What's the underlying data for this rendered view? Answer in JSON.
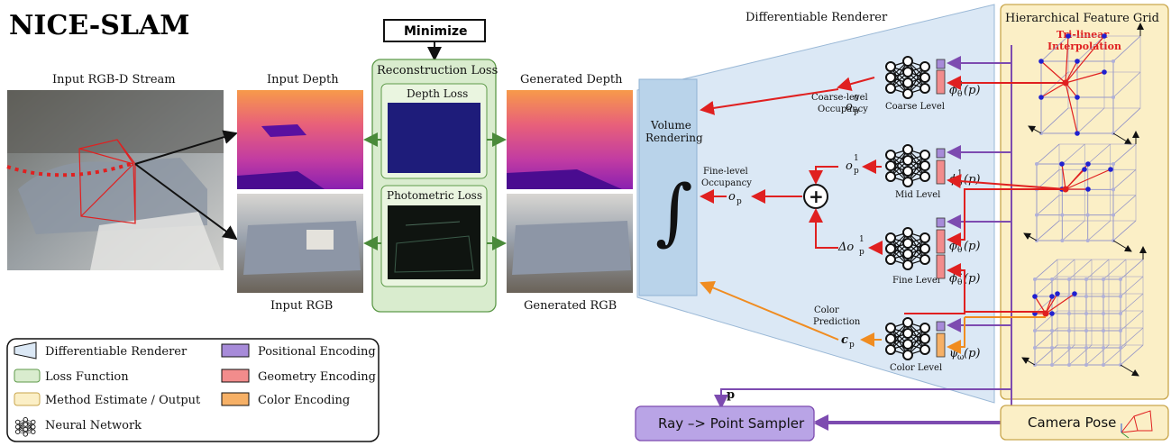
{
  "title": "NICE-SLAM",
  "left": {
    "stream_label": "Input RGB-D Stream",
    "input_depth_label": "Input Depth",
    "input_rgb_label": "Input RGB"
  },
  "loss": {
    "minimize_label": "Minimize",
    "title": "Reconstruction Loss",
    "depth_loss_label": "Depth Loss",
    "photometric_loss_label": "Photometric Loss"
  },
  "generated": {
    "depth_label": "Generated Depth",
    "rgb_label": "Generated RGB"
  },
  "renderer": {
    "title": "Differentiable Renderer",
    "volume_line1": "Volume",
    "volume_line2": "Rendering",
    "integral_symbol": "∫",
    "fine_occ_line1": "Fine-level",
    "fine_occ_line2": "Occupancy",
    "fine_occ_symbol": "o",
    "fine_occ_sub": "p",
    "plus_symbol": "+",
    "coarse_occ_line1": "Coarse-level",
    "coarse_occ_line2": "Occupancy",
    "color_pred_line1": "Color",
    "color_pred_line2": "Prediction",
    "color_symbol": "c",
    "color_sub": "p",
    "o_symbol": "o",
    "o_sub": "p",
    "o_sup_coarse": "0",
    "o_sup_mid": "1",
    "delta_symbol": "Δo",
    "delta_sub": "p",
    "delta_sup": "1"
  },
  "levels": {
    "coarse": "Coarse Level",
    "mid": "Mid Level",
    "fine": "Fine Level",
    "color": "Color Level"
  },
  "encodings": {
    "coarse_phi": "ϕ",
    "coarse_phi_sup": "0",
    "coarse_phi_sub": "θ",
    "coarse_phi_arg": "(p)",
    "mid_phi": "ϕ",
    "mid_phi_sup": "1",
    "mid_phi_sub": "θ",
    "mid_phi_arg": "(p)",
    "fine_phi1": "ϕ",
    "fine_phi1_sup": "1",
    "fine_phi1_sub": "θ",
    "fine_phi1_arg": "(p)",
    "fine_phi2": "ϕ",
    "fine_phi2_sup": "2",
    "fine_phi2_sub": "θ",
    "fine_phi2_arg": "(p)",
    "color_psi": "ψ",
    "color_psi_sub": "ω",
    "color_psi_arg": "(p)"
  },
  "grid": {
    "title": "Hierarchical Feature Grid",
    "interp_line1": "Tri-linear",
    "interp_line2": "Interpolation"
  },
  "bottom": {
    "p_label": "p",
    "sampler_label": "Ray –> Point Sampler",
    "camera_pose_label": "Camera Pose"
  },
  "legend": {
    "items": [
      {
        "label": "Differentiable Renderer",
        "color": "#dbe8f5"
      },
      {
        "label": "Positional Encoding",
        "color": "#a78bd9"
      },
      {
        "label": "Loss Function",
        "color": "#d9ecce"
      },
      {
        "label": "Geometry Encoding",
        "color": "#f28c8c"
      },
      {
        "label": "Method Estimate / Output",
        "color": "#fbefc6"
      },
      {
        "label": "Color Encoding",
        "color": "#f6b066"
      },
      {
        "label": "Neural Network",
        "icon": "neural-network-icon"
      }
    ]
  },
  "colors": {
    "red_arrow": "#e02020",
    "green_arrow": "#4a8a3a",
    "orange_arrow": "#f08c20",
    "purple_arrow": "#7d4bb0",
    "renderer_fill": "#dbe8f5",
    "loss_fill": "#d9ecce",
    "output_fill": "#fbefc6",
    "positional": "#a78bd9",
    "geometry": "#f28c8c",
    "color_enc": "#f6b066",
    "sampler_fill": "#b9a4e6"
  }
}
